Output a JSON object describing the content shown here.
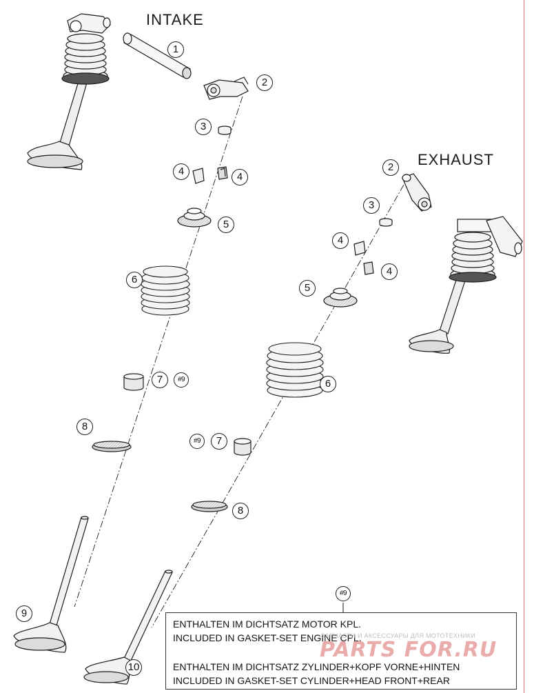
{
  "titles": {
    "intake": "INTAKE",
    "exhaust": "EXHAUST"
  },
  "callouts": {
    "intake": [
      "1",
      "2",
      "3",
      "4",
      "4",
      "5",
      "6",
      "7",
      "#9",
      "8",
      "9"
    ],
    "exhaust": [
      "2",
      "3",
      "4",
      "4",
      "5",
      "6",
      "#9",
      "7",
      "8",
      "10"
    ],
    "note_ref": "#9"
  },
  "note": {
    "line1": "ENTHALTEN IM DICHTSATZ MOTOR KPL.",
    "line2": "INCLUDED IN GASKET-SET ENGINE CPL.",
    "line3": "ENTHALTEN IM DICHTSATZ ZYLINDER+KOPF VORNE+HINTEN",
    "line4": "INCLUDED IN GASKET-SET CYLINDER+HEAD FRONT+REAR"
  },
  "watermark": {
    "tagline": "ЗАПЧАСТИ И АКСЕССУАРЫ ДЛЯ МОТОТЕХНИКИ",
    "logo": "PARTS FOR.RU",
    "color": "#e8a3a3"
  },
  "colors": {
    "line": "#1a1a1a",
    "part_fill": "#ececec",
    "part_dark": "#9a9a9a",
    "rule": "#e06b6b"
  }
}
